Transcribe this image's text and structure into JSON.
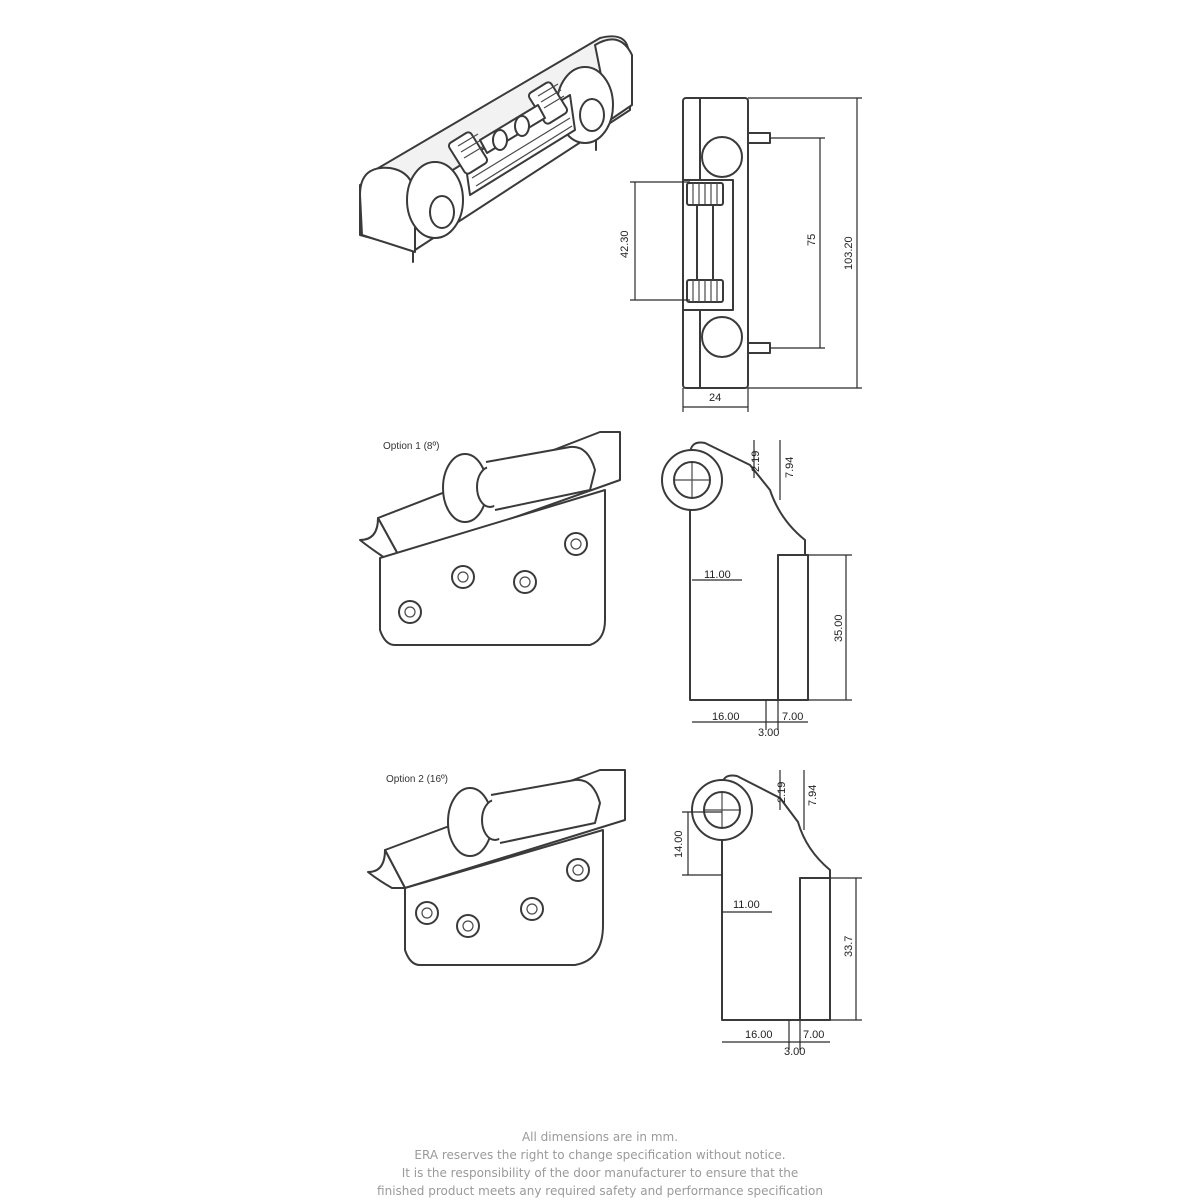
{
  "hinge_views": {
    "top": {
      "dims": {
        "pin_spacing": "42.30",
        "hole_spacing": "75",
        "overall_length": "103.20",
        "width": "24"
      }
    },
    "option1": {
      "label": "Option 1 (8º)",
      "dims": {
        "d1": "2.19",
        "d2": "7.94",
        "d3": "11.00",
        "d4": "35.00",
        "d5": "16.00",
        "d6": "7.00",
        "d7": "3.00"
      }
    },
    "option2": {
      "label": "Option 2 (16º)",
      "dims": {
        "d1": "2.19",
        "d2": "7.94",
        "d0": "14.00",
        "d3": "11.00",
        "d4": "33.7",
        "d5": "16.00",
        "d6": "7.00",
        "d7": "3.00"
      }
    }
  },
  "notes": [
    "All dimensions are in mm.",
    "ERA reserves the right to change specification without notice.",
    "It is the responsibility of the door manufacturer to ensure that the",
    "finished product meets any required safety and performance specification"
  ],
  "colors": {
    "line": "#3a3a3a",
    "notes_text": "#9a9a9a"
  }
}
